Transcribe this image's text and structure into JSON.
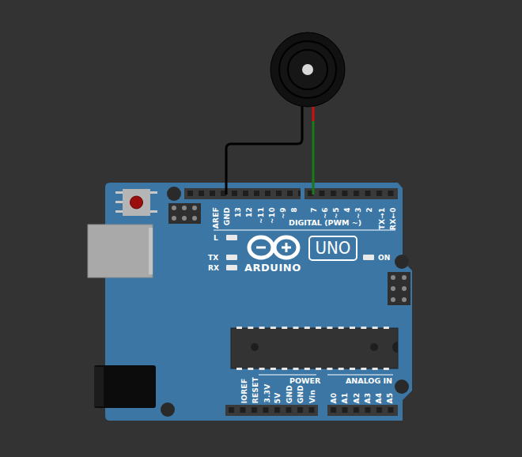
{
  "diagram": {
    "nodes": [
      {
        "text": [
          "ARDUINO"
        ]
      },
      {
        "text": [
          "UNO"
        ],
        "in": 0
      }
    ],
    "labels": [
      "AREF",
      "GND",
      "13",
      "12",
      "~11",
      "~10",
      "~9",
      "8",
      "7",
      "~6",
      "~5",
      "4",
      "~3",
      "2",
      "TX→1",
      "RX←0",
      "DIGITAL (PWM ~)",
      "L",
      "TX",
      "RX",
      "ON",
      "POWER",
      "ANALOG IN",
      "IOREF",
      "RESET",
      "3.3V",
      "5V",
      "GND",
      "GND",
      "Vin",
      "A0",
      "A1",
      "A2",
      "A3",
      "A4",
      "A5"
    ]
  }
}
